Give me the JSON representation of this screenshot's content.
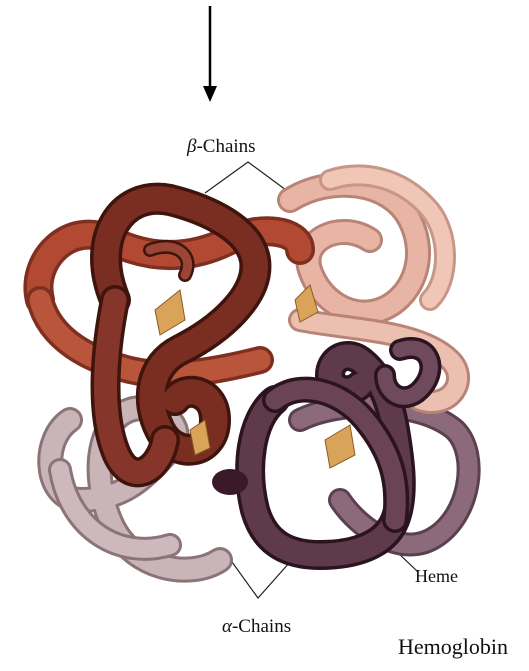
{
  "labels": {
    "beta_greek": "β",
    "beta_rest": "-Chains",
    "alpha_greek": "α",
    "alpha_rest": "-Chains",
    "heme": "Heme",
    "title": "Hemoglobin"
  },
  "colors": {
    "beta_front": "#7a2e22",
    "beta_back": "#b24a33",
    "beta_pale": "#e8b4a4",
    "alpha_front": "#5e3a4a",
    "alpha_back": "#8c6a7c",
    "alpha_pale": "#c9b4b8",
    "heme": "#d9a45a",
    "arrow": "#000000"
  }
}
